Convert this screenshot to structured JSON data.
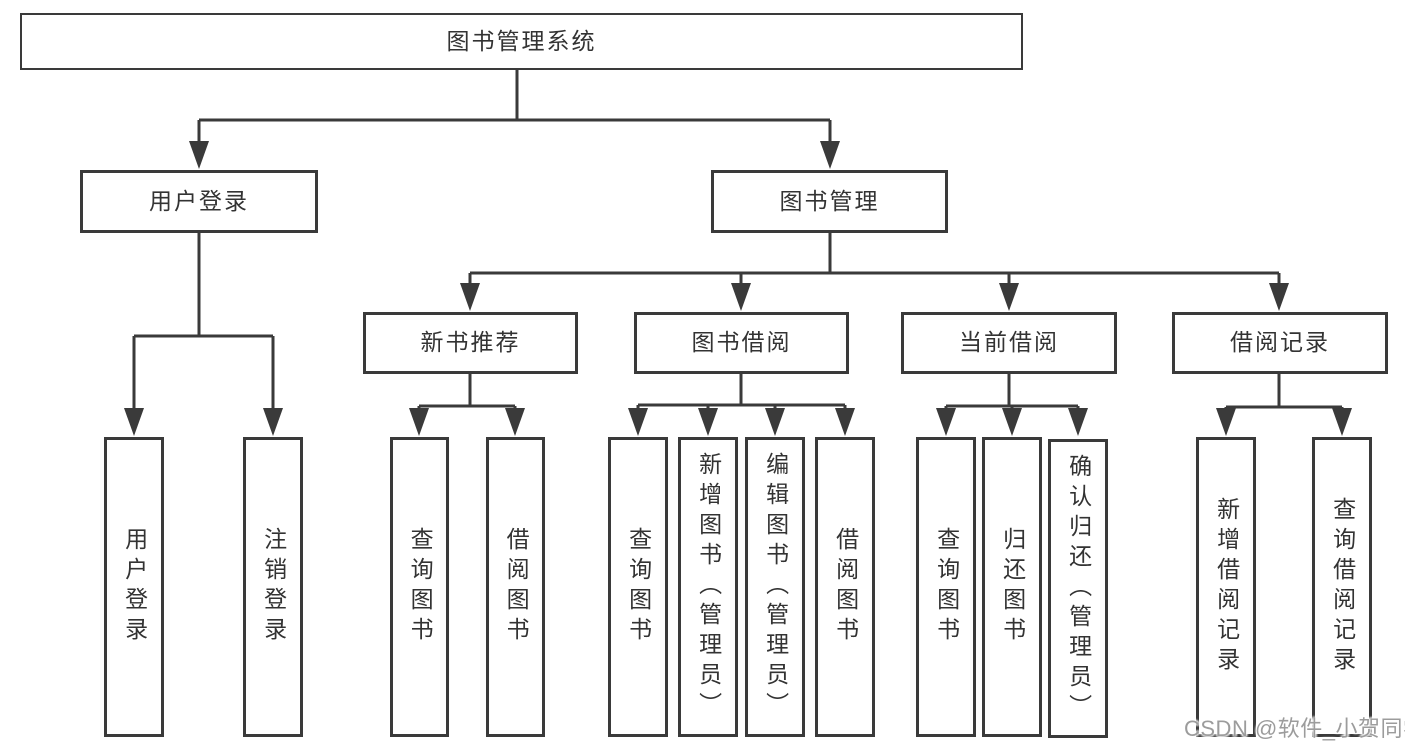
{
  "diagram": {
    "root": {
      "label": "图书管理系统"
    },
    "user_login": {
      "label": "用户登录",
      "children": {
        "login": {
          "label": "用户登录"
        },
        "logout": {
          "label": "注销登录"
        }
      }
    },
    "book_management": {
      "label": "图书管理",
      "sections": {
        "new_book_recommend": {
          "label": "新书推荐",
          "children": {
            "query_books": {
              "label": "查询图书"
            },
            "borrow_books": {
              "label": "借阅图书"
            }
          }
        },
        "book_borrowing": {
          "label": "图书借阅",
          "children": {
            "query_books": {
              "label": "查询图书"
            },
            "add_books_admin": {
              "label": "新增图书（管理员）"
            },
            "edit_books_admin": {
              "label": "编辑图书（管理员）"
            },
            "borrow_books": {
              "label": "借阅图书"
            }
          }
        },
        "current_borrowing": {
          "label": "当前借阅",
          "children": {
            "query_books": {
              "label": "查询图书"
            },
            "return_books": {
              "label": "归还图书"
            },
            "confirm_return_admin": {
              "label": "确认归还（管理员）"
            }
          }
        },
        "borrowing_records": {
          "label": "借阅记录",
          "children": {
            "add_borrow_record": {
              "label": "新增借阅记录"
            },
            "query_borrow_record": {
              "label": "查询借阅记录"
            }
          }
        }
      }
    }
  },
  "watermark": {
    "text": "CSDN @软件_小贺同学"
  },
  "colors": {
    "line": "#3a3a3a",
    "box_border": "#3a3a3a",
    "text": "#333333",
    "watermark": "#9c9c9c",
    "background": "#ffffff"
  }
}
